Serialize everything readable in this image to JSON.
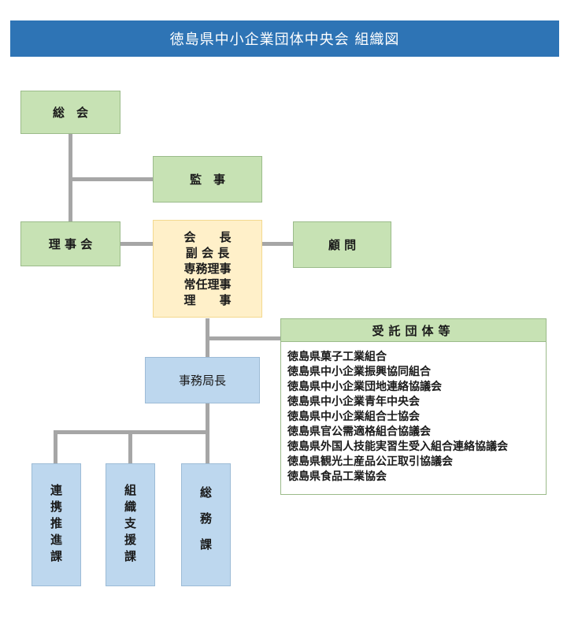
{
  "header": {
    "title": "徳島県中小企業団体中央会 組織図"
  },
  "nodes": {
    "general_meeting": "総　会",
    "auditor": "監　事",
    "board": "理 事 会",
    "advisor": "顧 問",
    "secretary_general": "事務局長"
  },
  "executives": [
    "会　　長",
    "副 会 長",
    "専務理事",
    "常任理事",
    "理　　事"
  ],
  "departments": [
    "連携推進課",
    "組織支援課",
    "総務課"
  ],
  "entrusted": {
    "title": "受託団体等",
    "items": [
      "徳島県菓子工業組合",
      "徳島県中小企業振興協同組合",
      "徳島県中小企業団地連絡協議会",
      "徳島県中小企業青年中央会",
      "徳島県中小企業組合士協会",
      "徳島県官公需適格組合協議会",
      "徳島県外国人技能実習生受入組合連絡協議会",
      "徳島県観光土産品公正取引協議会",
      "徳島県食品工業協会"
    ]
  }
}
